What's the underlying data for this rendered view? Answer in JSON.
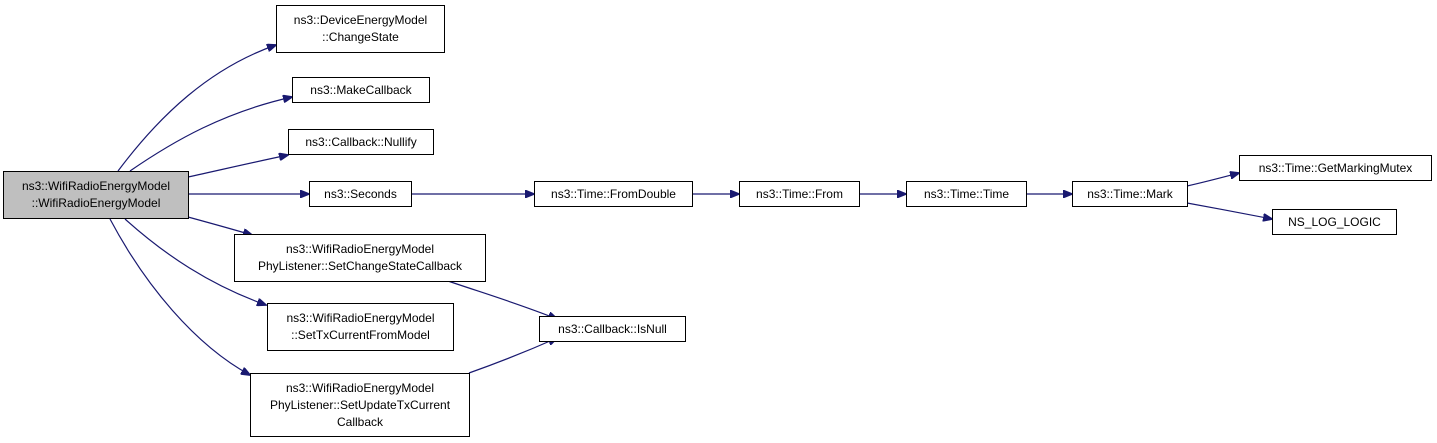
{
  "colors": {
    "edge": "#191970",
    "root_fill": "#bfbfbf",
    "node_fill": "#ffffff",
    "border": "#000000"
  },
  "nodes": {
    "root": {
      "lines": [
        "ns3::WifiRadioEnergyModel",
        "::WifiRadioEnergyModel"
      ]
    },
    "change_state": {
      "lines": [
        "ns3::DeviceEnergyModel",
        "::ChangeState"
      ]
    },
    "make_callback": {
      "lines": [
        "ns3::MakeCallback"
      ]
    },
    "nullify": {
      "lines": [
        "ns3::Callback::Nullify"
      ]
    },
    "seconds": {
      "lines": [
        "ns3::Seconds"
      ]
    },
    "set_change_state_callback": {
      "lines": [
        "ns3::WifiRadioEnergyModel",
        "PhyListener::SetChangeStateCallback"
      ]
    },
    "set_tx_current_from_model": {
      "lines": [
        "ns3::WifiRadioEnergyModel",
        "::SetTxCurrentFromModel"
      ]
    },
    "set_update_tx_current_callback": {
      "lines": [
        "ns3::WifiRadioEnergyModel",
        "PhyListener::SetUpdateTxCurrent",
        "Callback"
      ]
    },
    "from_double": {
      "lines": [
        "ns3::Time::FromDouble"
      ]
    },
    "is_null": {
      "lines": [
        "ns3::Callback::IsNull"
      ]
    },
    "time_from": {
      "lines": [
        "ns3::Time::From"
      ]
    },
    "time_time": {
      "lines": [
        "ns3::Time::Time"
      ]
    },
    "time_mark": {
      "lines": [
        "ns3::Time::Mark"
      ]
    },
    "get_marking_mutex": {
      "lines": [
        "ns3::Time::GetMarkingMutex"
      ]
    },
    "ns_log_logic": {
      "lines": [
        "NS_LOG_LOGIC"
      ]
    }
  }
}
